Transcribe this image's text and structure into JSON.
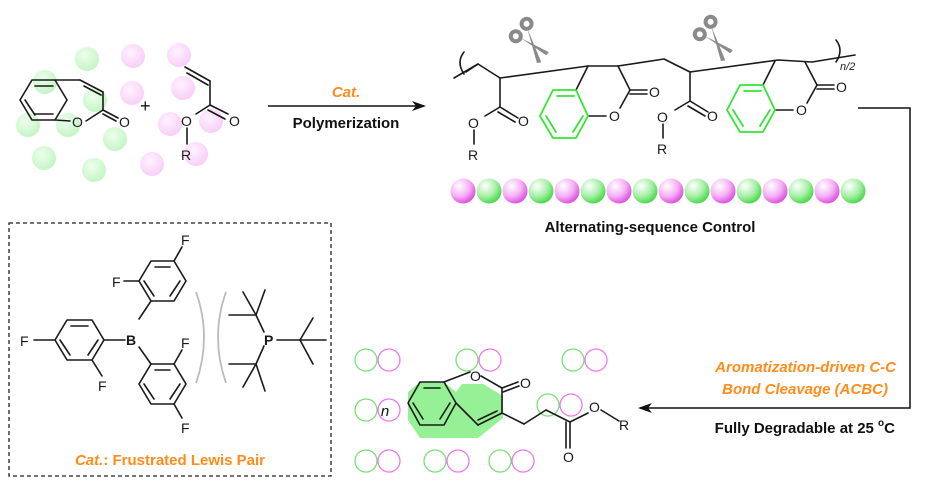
{
  "reactants": {
    "plus_sign": "+",
    "coumarin_atoms": {
      "ring_o": "O",
      "carbonyl_o": "O"
    },
    "acrylate_atoms": {
      "ester_o": "O",
      "carbonyl_o": "O",
      "r_group": "R"
    }
  },
  "polymerization_arrow": {
    "catalyst_label": "Cat.",
    "process_label": "Polymerization"
  },
  "polymer": {
    "repeat_subscript": "n/2",
    "atom_o": "O",
    "atom_r": "R",
    "scissors_icon": "scissors-icon",
    "sequence_beads": [
      "pink",
      "green",
      "pink",
      "green",
      "pink",
      "green",
      "pink",
      "green",
      "pink",
      "green",
      "pink",
      "green",
      "pink",
      "green",
      "pink",
      "green"
    ],
    "sequence_label": "Alternating-sequence Control"
  },
  "degradation_arrow": {
    "line1": "Aromatization-driven C-C",
    "line2": "Bond Cleavage (ACBC)",
    "condition_prefix": "Fully Degradable at 25 ",
    "condition_superscript": "o",
    "condition_suffix": "C"
  },
  "product": {
    "multiplier": "n",
    "atom_o": "O",
    "atom_r": "R"
  },
  "catalyst_box": {
    "boron_label": "B",
    "phosphorus_label": "P",
    "fluorine_label": "F",
    "caption_prefix": "Cat.",
    "caption_suffix": ": Frustrated Lewis Pair"
  },
  "colors": {
    "accent_orange": "#ff8c1a",
    "green_monomer": "#33e633",
    "pink_monomer": "#ee66ee",
    "scissors_gray": "#8a8a8a"
  }
}
